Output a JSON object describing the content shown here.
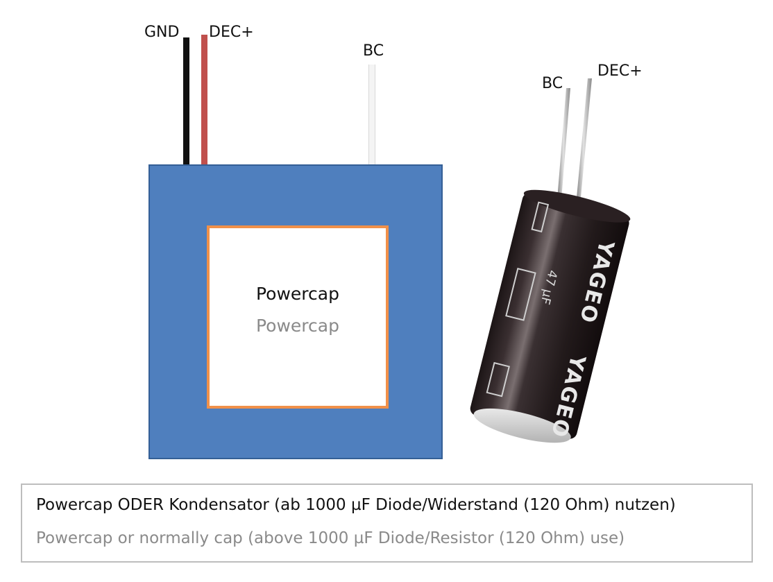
{
  "powercap": {
    "pins": {
      "gnd": "GND",
      "dec_plus": "DEC+",
      "bc": "BC"
    },
    "label_de": "Powercap",
    "label_en": "Powercap"
  },
  "capacitor": {
    "pins": {
      "bc": "BC",
      "dec_plus": "DEC+"
    },
    "brand": "YAGEO",
    "marking": "47 µF"
  },
  "caption": {
    "line_de": "Powercap ODER Kondensator (ab 1000 µF Diode/Widerstand (120 Ohm) nutzen)",
    "line_en": "Powercap or normally cap (above 1000 µF Diode/Resistor (120 Ohm) use)"
  },
  "colors": {
    "powercap_body": "#4f7fbe",
    "powercap_window_border": "#f0904a",
    "wire_gnd": "#111111",
    "wire_dec": "#c0504d",
    "wire_bc": "#f2f2f2",
    "capacitor_sleeve": "#2b2224",
    "secondary_text": "#8a8a8a"
  }
}
